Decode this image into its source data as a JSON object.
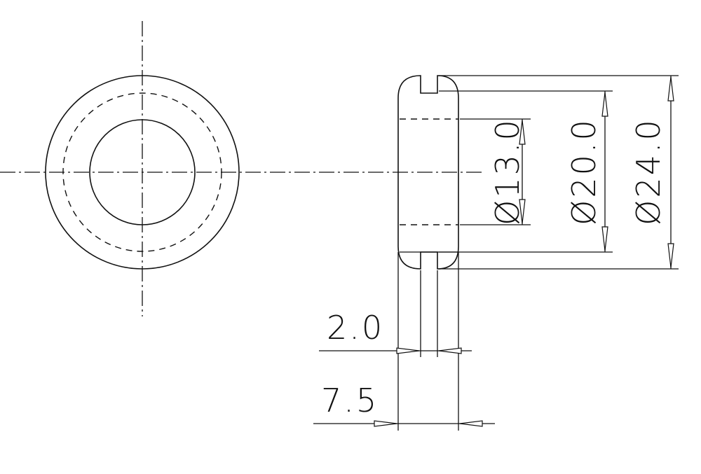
{
  "drawing": {
    "dimensions": {
      "thickness_outer": "7.5",
      "groove_width": "2.0",
      "dia_inner": "Ø13.0",
      "dia_groove": "Ø20.0",
      "dia_outer": "Ø24.0"
    },
    "line_color": "#111111",
    "background": "#ffffff"
  }
}
